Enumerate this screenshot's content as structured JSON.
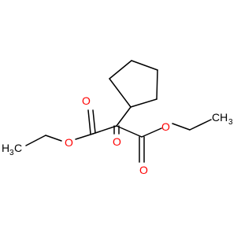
{
  "colors": {
    "background": "#ffffff",
    "bond": "#000000",
    "carbon_label": "#000000",
    "oxygen_label": "#ff0000"
  },
  "atom_labels": {
    "o_carbonyl_left": "O",
    "o_ester_left": "O",
    "o_central": "O",
    "o_carbonyl_right": "O",
    "o_ester_right": "O",
    "methyl_left": "H",
    "methyl_left_sub": "3",
    "methyl_left_c": "C",
    "methyl_right": "CH",
    "methyl_right_sub": "3"
  }
}
